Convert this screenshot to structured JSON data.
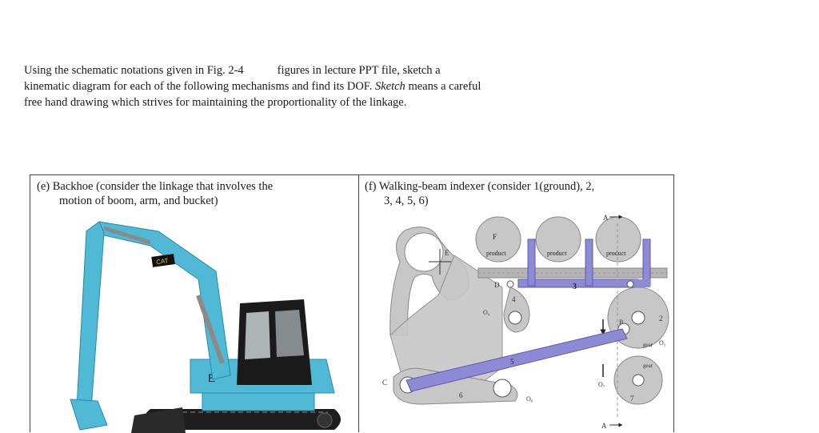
{
  "instructions": {
    "part1": "Using the schematic notations given in Fig. 2-4",
    "part2": "figures in lecture PPT file, sketch a",
    "line2_start": "kinematic diagram for each of the following mechanisms and find its DOF. ",
    "sketch_word": "Sketch",
    "line2_end": " means a careful",
    "line3": "free hand drawing which strives for maintaining the proportionality of the linkage."
  },
  "panel_e": {
    "caption_line1": "(e) Backhoe (consider the linkage that involves the",
    "caption_line2": "motion of boom, arm, and bucket)",
    "brand_badge": "CAT"
  },
  "panel_f": {
    "caption_line1": "(f) Walking-beam indexer (consider 1(ground), 2,",
    "caption_line2": "3, 4, 5, 6)",
    "product_label": "product",
    "gear_label": "gear",
    "section_label": "A",
    "labels": {
      "e": "E",
      "f": "F",
      "d": "D",
      "o4": "O₄",
      "four": "4",
      "three": "3",
      "b": "B",
      "two": "2",
      "o2": "O₂",
      "c": "C",
      "five": "5",
      "six": "6",
      "o6": "O₆",
      "o7": "O₇",
      "seven": "7"
    }
  },
  "colors": {
    "excavator_blue": "#4fb9d6",
    "beam_purple": "#8d8ad6",
    "ground_gray": "#b4b4b4",
    "part_gray": "#c7c7c7"
  }
}
